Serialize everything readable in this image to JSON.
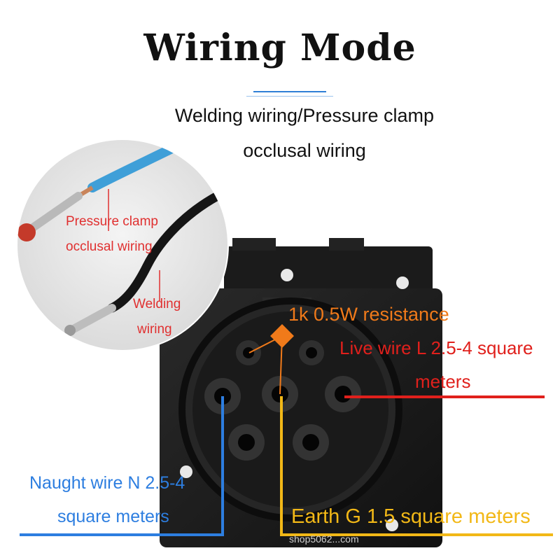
{
  "title": "Wiring Mode",
  "subtitle_line1": "Welding wiring/Pressure clamp",
  "subtitle_line2": "occlusal wiring",
  "inset": {
    "clamp_label_1": "Pressure clamp",
    "clamp_label_2": "occlusal wiring",
    "weld_label_1": "Welding",
    "weld_label_2": "wiring"
  },
  "callouts": {
    "resistance": "1k 0.5W resistance",
    "live_1": "Live wire L 2.5-4 square",
    "live_2": "meters",
    "neutral_1": "Naught wire N 2.5-4",
    "neutral_2": "square meters",
    "earth": "Earth G 1.5 square meters"
  },
  "watermark": "shop5062...com",
  "colors": {
    "live": "#e0201c",
    "neutral": "#2d7ee0",
    "earth": "#f2b817",
    "resistance": "#f07a1a",
    "annotation_red": "#e03030"
  }
}
